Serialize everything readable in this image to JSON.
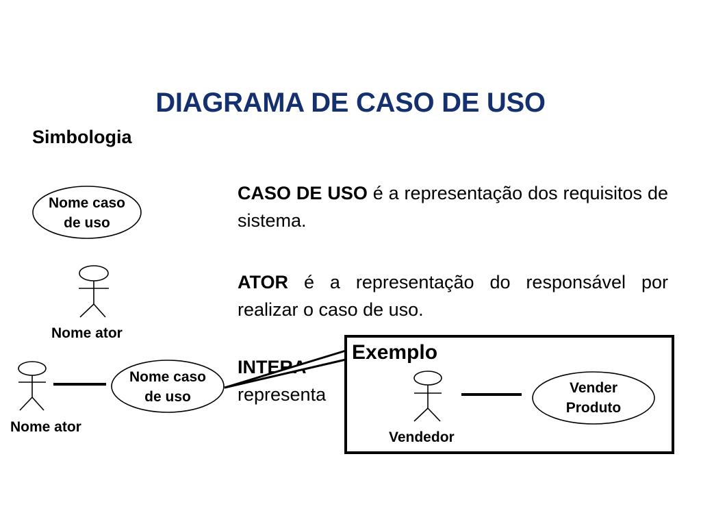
{
  "title": "DIAGRAMA DE CASO DE USO",
  "subtitle": "Simbologia",
  "symbols": {
    "use_case": {
      "line1": "Nome caso",
      "line2": "de uso"
    },
    "actor_label": "Nome ator",
    "interaction": {
      "actor_label": "Nome ator",
      "use_case_line1": "Nome caso",
      "use_case_line2": "de uso"
    }
  },
  "definitions": [
    {
      "term": "CASO DE USO",
      "text": " é a representação dos requisitos de sistema."
    },
    {
      "term": "ATOR",
      "text": " é a representação do responsável por realizar o caso de uso."
    },
    {
      "term": "INTERA",
      "text": "representa"
    }
  ],
  "example": {
    "title": "Exemplo",
    "actor_label": "Vendedor",
    "use_case_line1": "Vender",
    "use_case_line2": "Produto"
  }
}
